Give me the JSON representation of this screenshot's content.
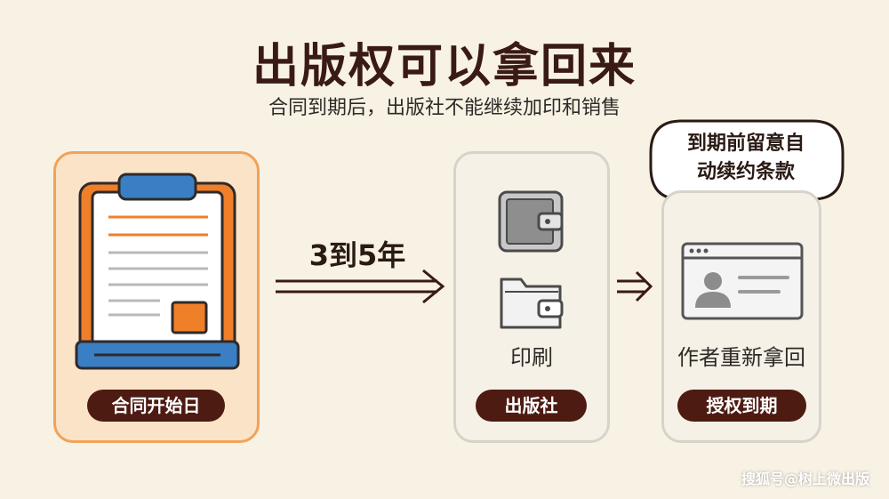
{
  "title": "出版权可以拿回来",
  "subtitle": "合同到期后，出版社不能继续加印和销售",
  "steps": [
    {
      "badge": "合同开始日",
      "icon": "clipboard-contract-icon"
    },
    {
      "label": "印刷",
      "badge": "出版社",
      "icons": [
        "wallet-icon",
        "folder-wallet-icon"
      ]
    },
    {
      "label": "作者重新拿回",
      "badge": "授权到期",
      "icon": "author-id-card-icon"
    }
  ],
  "arrow_label": "3到5年",
  "speech_bubble": {
    "line1": "到期前留意自",
    "line2": "动续约条款"
  },
  "watermark": "搜狐号@树上微出版",
  "colors": {
    "background": "#f8f2e4",
    "accent_orange": "#f07f2a",
    "accent_blue": "#3a7fc4",
    "badge_dark": "#4d1b12"
  }
}
